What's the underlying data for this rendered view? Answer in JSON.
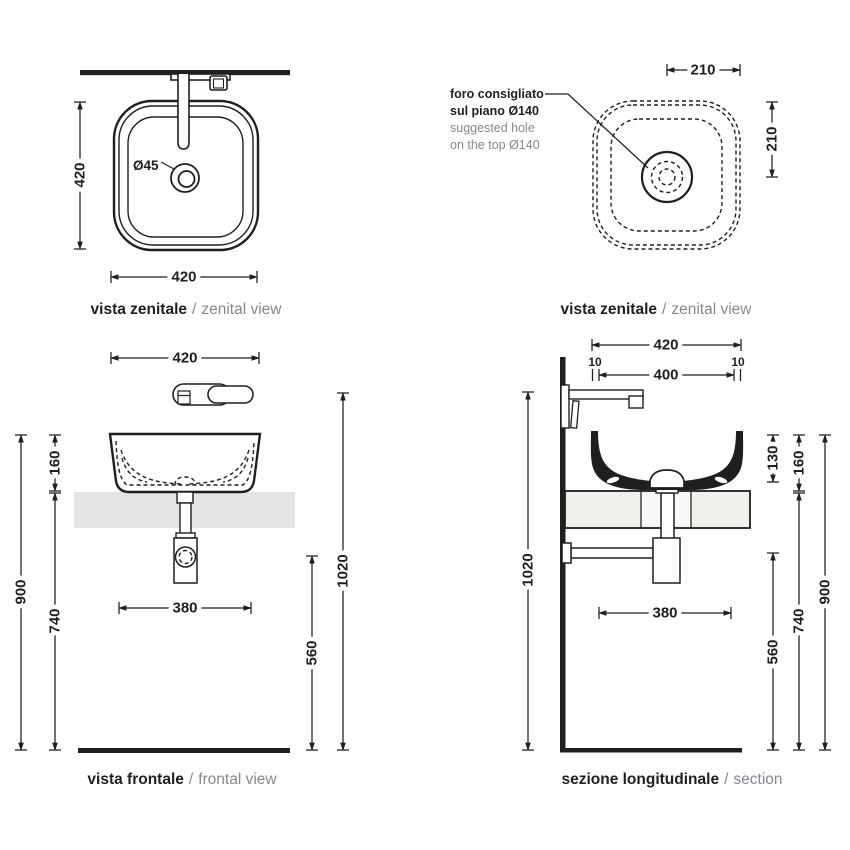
{
  "colors": {
    "ink": "#1f1f1f",
    "muted": "#85898f",
    "counter-frontal": "#e4e5e2",
    "counter-section": "#f0f0ed",
    "bg": "#ffffff"
  },
  "separator": "/",
  "views": {
    "zenital_left": {
      "title_it": "vista zenitale",
      "title_en": "zenital view",
      "dims": {
        "width": "420",
        "depth": "420",
        "drain": "Ø45"
      }
    },
    "zenital_right": {
      "title_it": "vista zenitale",
      "title_en": "zenital view",
      "dims": {
        "hole_offset_x": "210",
        "hole_offset_y": "210"
      },
      "note": {
        "it_1": "foro consigliato",
        "it_2": "sul piano Ø140",
        "en_1": "suggested hole",
        "en_2": "on the top Ø140"
      }
    },
    "frontal": {
      "title_it": "vista frontale",
      "title_en": "frontal view",
      "dims": {
        "width": "420",
        "basin_height": "160",
        "height_to_rim": "900",
        "height_to_counter": "740",
        "drain_spread": "380",
        "siphon_outlet_height": "560",
        "faucet_height": "1020"
      }
    },
    "section": {
      "title_it": "sezione longitudinale",
      "title_en": "section",
      "dims": {
        "width": "420",
        "inner_width": "400",
        "rim_left": "10",
        "rim_right": "10",
        "bowl_depth": "130",
        "basin_height": "160",
        "faucet_height": "1020",
        "drain_spread": "380",
        "siphon_outlet_height": "560",
        "height_to_counter": "740",
        "height_to_rim": "900"
      }
    }
  }
}
